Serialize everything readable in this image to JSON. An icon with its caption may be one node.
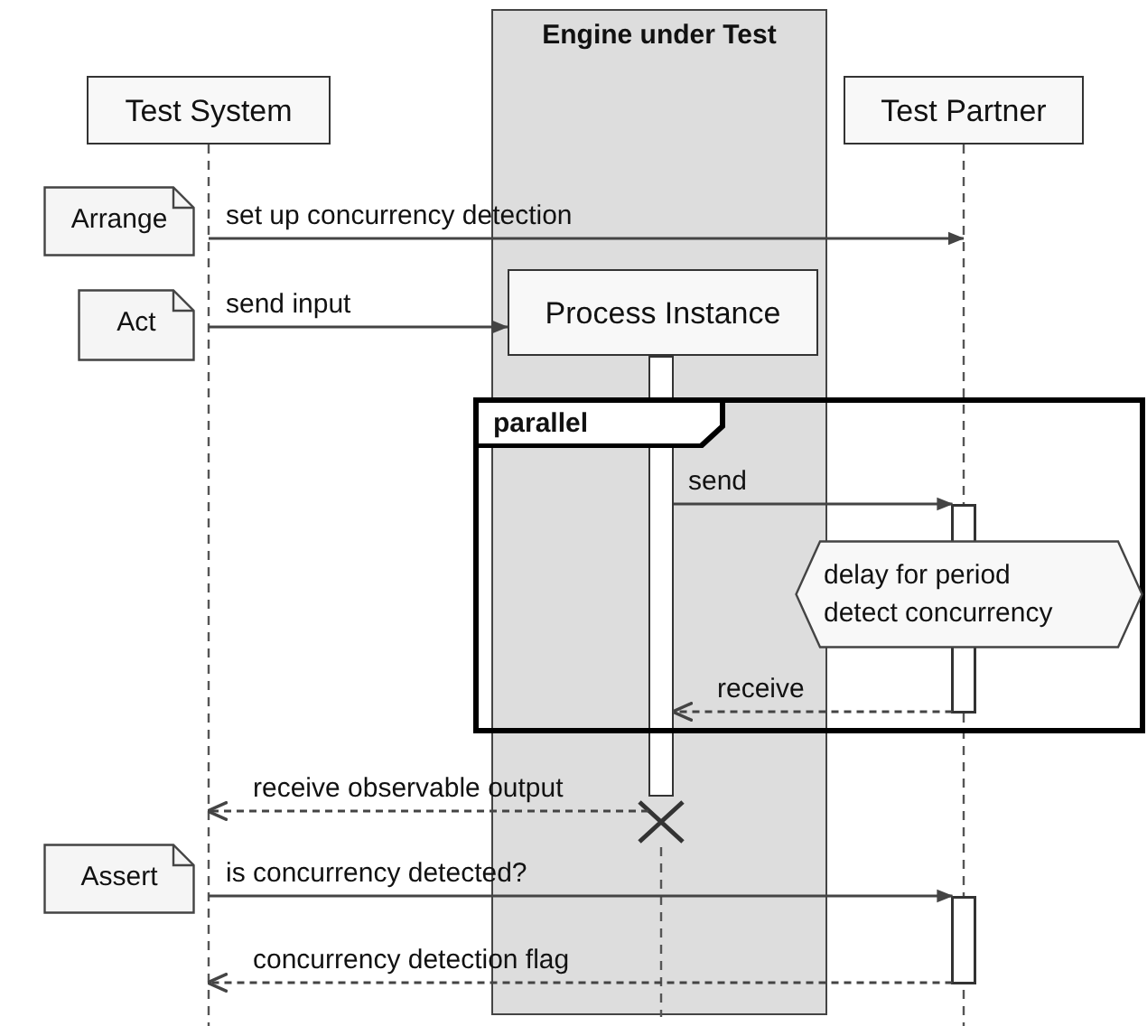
{
  "diagram": {
    "nodes": [
      {
        "text": [
          "Engine under Test"
        ]
      },
      {
        "text": [
          "Test System"
        ]
      },
      {
        "text": [
          "Test Partner"
        ]
      },
      {
        "text": [
          "Arrange"
        ]
      },
      {
        "text": [
          "Act"
        ]
      },
      {
        "text": [
          "Process Instance"
        ],
        "in": 0
      },
      {
        "text": [],
        "shape": "bar",
        "in": 0
      },
      {
        "text": [
          "parallel"
        ]
      },
      {
        "text": [
          "delay for period detect concurrency"
        ],
        "in": 7
      },
      {
        "text": [
          "Assert"
        ]
      }
    ],
    "edges": [
      {
        "from": 1,
        "to": 2,
        "arrow": "to",
        "label": "set up concurrency detection"
      },
      {
        "from": 1,
        "to": 5,
        "arrow": "to",
        "label": "send input"
      },
      {
        "from": 6,
        "to": 2,
        "arrow": "to",
        "label": "send"
      },
      {
        "from": 2,
        "to": 6,
        "arrow": "to",
        "label": "receive",
        "style": "dashed"
      },
      {
        "from": 6,
        "to": 1,
        "arrow": "to",
        "label": "receive observable output",
        "style": "dashed"
      },
      {
        "from": 1,
        "to": 2,
        "arrow": "to",
        "label": "is concurrency detected?"
      },
      {
        "from": 2,
        "to": 1,
        "arrow": "to",
        "label": "concurrency detection flag",
        "style": "dashed"
      }
    ]
  }
}
